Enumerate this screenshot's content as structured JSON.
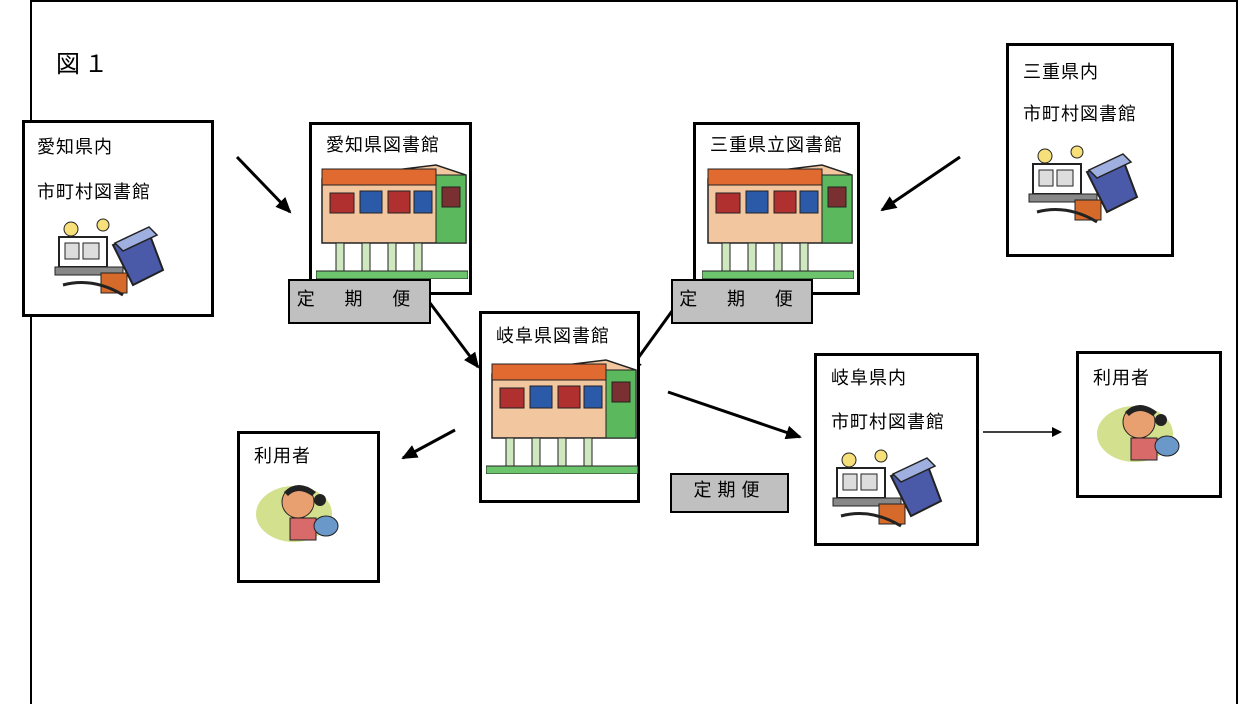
{
  "figure_label": "図１",
  "nodes": {
    "aichi_municipal": {
      "line1": "愛知県内",
      "line2": "市町村図書館",
      "icon": "bookmobile-icon"
    },
    "aichi_pref": {
      "title": "愛知県図書館",
      "icon": "library-building-icon"
    },
    "mie_pref": {
      "title": "三重県立図書館",
      "icon": "library-building-icon"
    },
    "mie_municipal": {
      "line1": "三重県内",
      "line2": "市町村図書館",
      "icon": "bookmobile-icon"
    },
    "gifu_pref": {
      "title": "岐阜県図書館",
      "icon": "library-building-icon"
    },
    "gifu_municipal": {
      "line1": "岐阜県内",
      "line2": "市町村図書館",
      "icon": "bookmobile-icon"
    },
    "user_left": {
      "title": "利用者",
      "icon": "reader-person-icon"
    },
    "user_right": {
      "title": "利用者",
      "icon": "reader-person-icon"
    }
  },
  "delivery_labels": {
    "aichi": "定 期 便",
    "mie": "定 期 便",
    "gifu": "定期便"
  }
}
